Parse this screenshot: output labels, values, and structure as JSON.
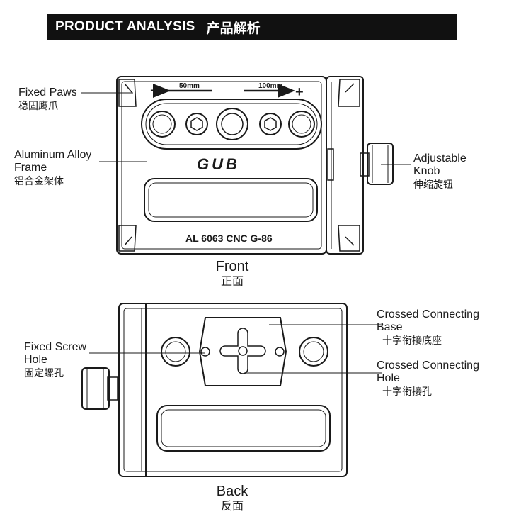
{
  "header": {
    "title_en": "PRODUCT ANALYSIS",
    "title_cn": "产品解析"
  },
  "front": {
    "caption_en": "Front",
    "caption_cn": "正面",
    "dim_left": "50mm",
    "dim_right": "100mm",
    "minus_sign": "−",
    "plus_sign": "+",
    "logo_text": "GUB",
    "model_text": "AL 6063 CNC G-86",
    "labels": {
      "fixed_paws_en": "Fixed Paws",
      "fixed_paws_cn": "稳固鹰爪",
      "frame_en_1": "Aluminum Alloy",
      "frame_en_2": "Frame",
      "frame_cn": "铝合金架体",
      "knob_en_1": "Adjustable",
      "knob_en_2": "Knob",
      "knob_cn": "伸缩旋钮"
    }
  },
  "back": {
    "caption_en": "Back",
    "caption_cn": "反面",
    "labels": {
      "screw_en_1": "Fixed Screw",
      "screw_en_2": "Hole",
      "screw_cn": "固定螺孔",
      "base_en_1": "Crossed Connecting",
      "base_en_2": "Base",
      "base_cn": "十字衔接底座",
      "hole_en_1": "Crossed Connecting",
      "hole_en_2": "Hole",
      "hole_cn": "十字衔接孔"
    }
  },
  "colors": {
    "line": "#1a1a1a",
    "header_bg": "#111111",
    "body_fill": "#ffffff"
  }
}
